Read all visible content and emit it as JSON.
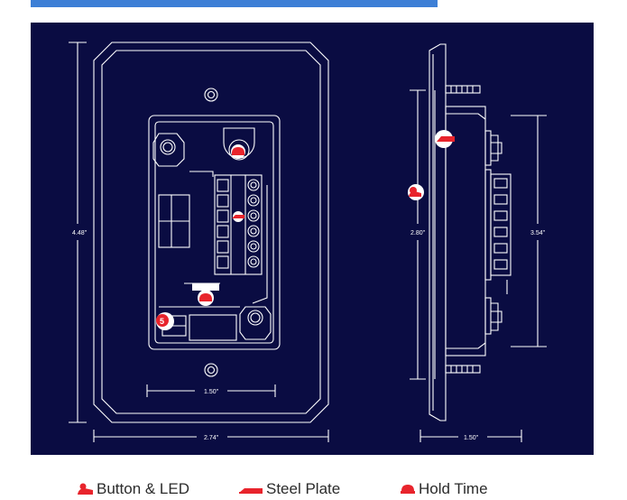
{
  "dimensions": {
    "front_height": "4.48\"",
    "front_width": "2.74\"",
    "front_inner_width": "1.50\"",
    "side_height_left": "2.80\"",
    "side_height_right": "3.54\"",
    "side_bottom_width": "1.50\""
  },
  "legend": [
    {
      "label": "Button & LED",
      "icon": "button-led-icon"
    },
    {
      "label": "Steel Plate",
      "icon": "steel-plate-icon"
    },
    {
      "label": "Hold Time",
      "icon": "hold-time-icon"
    }
  ],
  "markers": {
    "button_led_number": "5"
  },
  "colors": {
    "background": "#0a0c42",
    "line": "#ffffff",
    "marker": "#e8242c",
    "accent_bar": "#3d7fd6"
  }
}
